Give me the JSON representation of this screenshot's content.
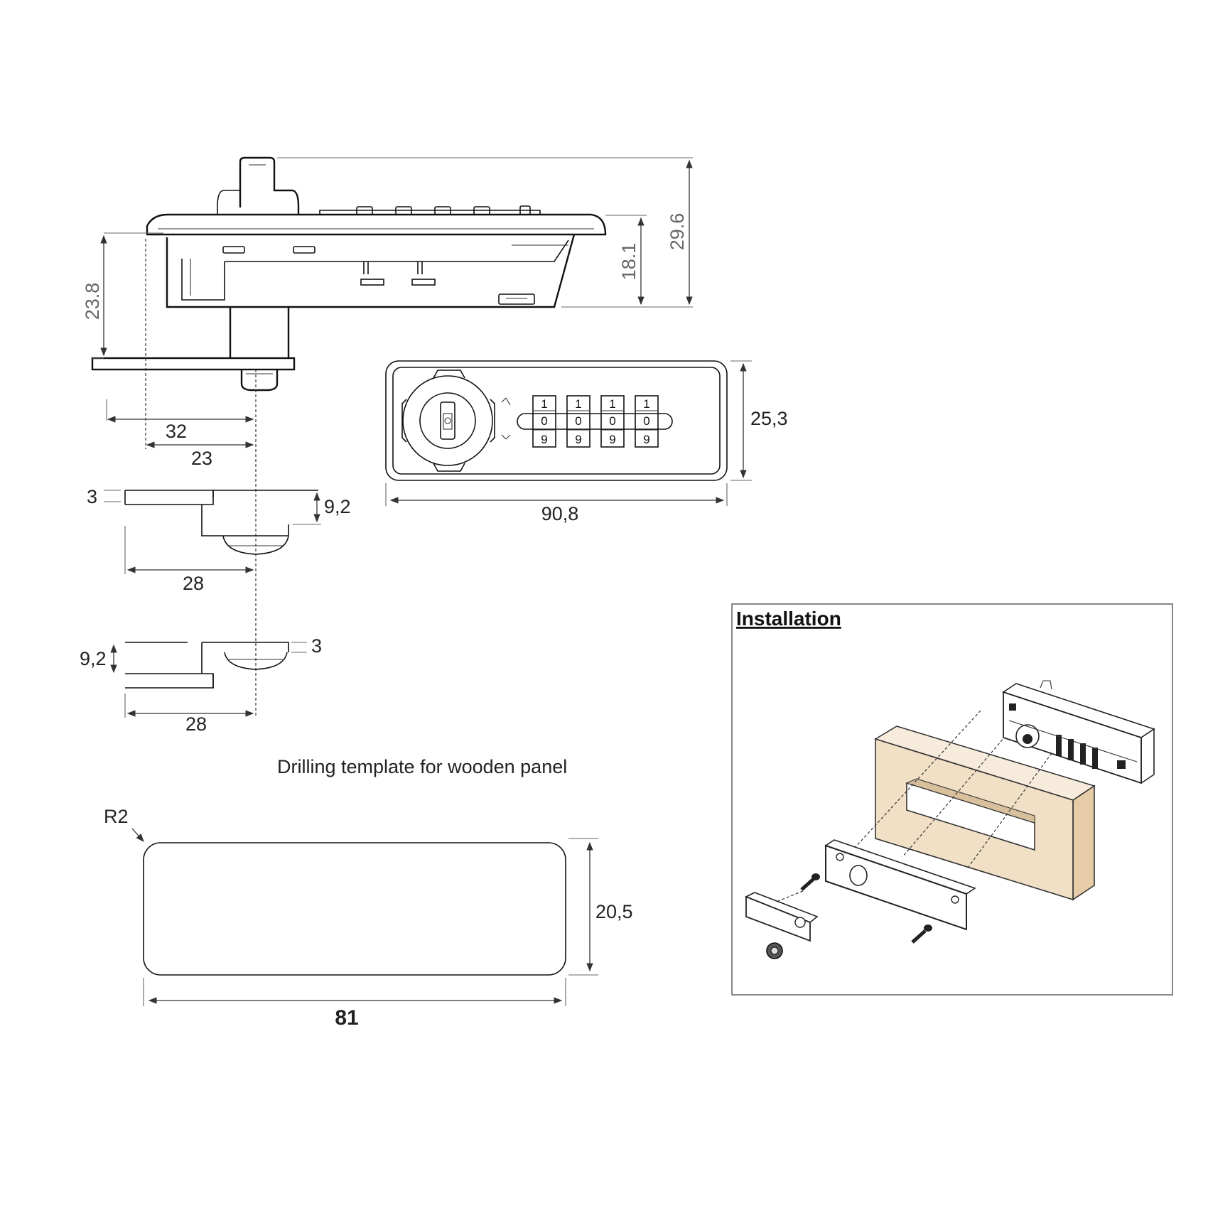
{
  "side_view": {
    "dim_total_height": "29.6",
    "dim_body_height": "18.1",
    "dim_cam_height": "23.8",
    "dim_cam_offset_outer": "32",
    "dim_cam_offset_inner": "23"
  },
  "front_view": {
    "dim_height": "25,3",
    "dim_width": "90,8",
    "wheels": [
      {
        "top": "1",
        "mid": "0",
        "bot": "9"
      },
      {
        "top": "1",
        "mid": "0",
        "bot": "9"
      },
      {
        "top": "1",
        "mid": "0",
        "bot": "9"
      },
      {
        "top": "1",
        "mid": "0",
        "bot": "9"
      }
    ]
  },
  "cam_upper": {
    "dim_thickness": "3",
    "dim_offset": "9,2",
    "dim_length": "28"
  },
  "cam_lower": {
    "dim_offset": "9,2",
    "dim_thickness": "3",
    "dim_length": "28"
  },
  "template": {
    "caption": "Drilling template for wooden panel",
    "dim_radius": "R2",
    "dim_height": "20,5",
    "dim_width": "81"
  },
  "installation": {
    "title": "Installation",
    "colors": {
      "wood_panel": "#f1dfc6",
      "wood_edge": "#e6cda8"
    }
  }
}
